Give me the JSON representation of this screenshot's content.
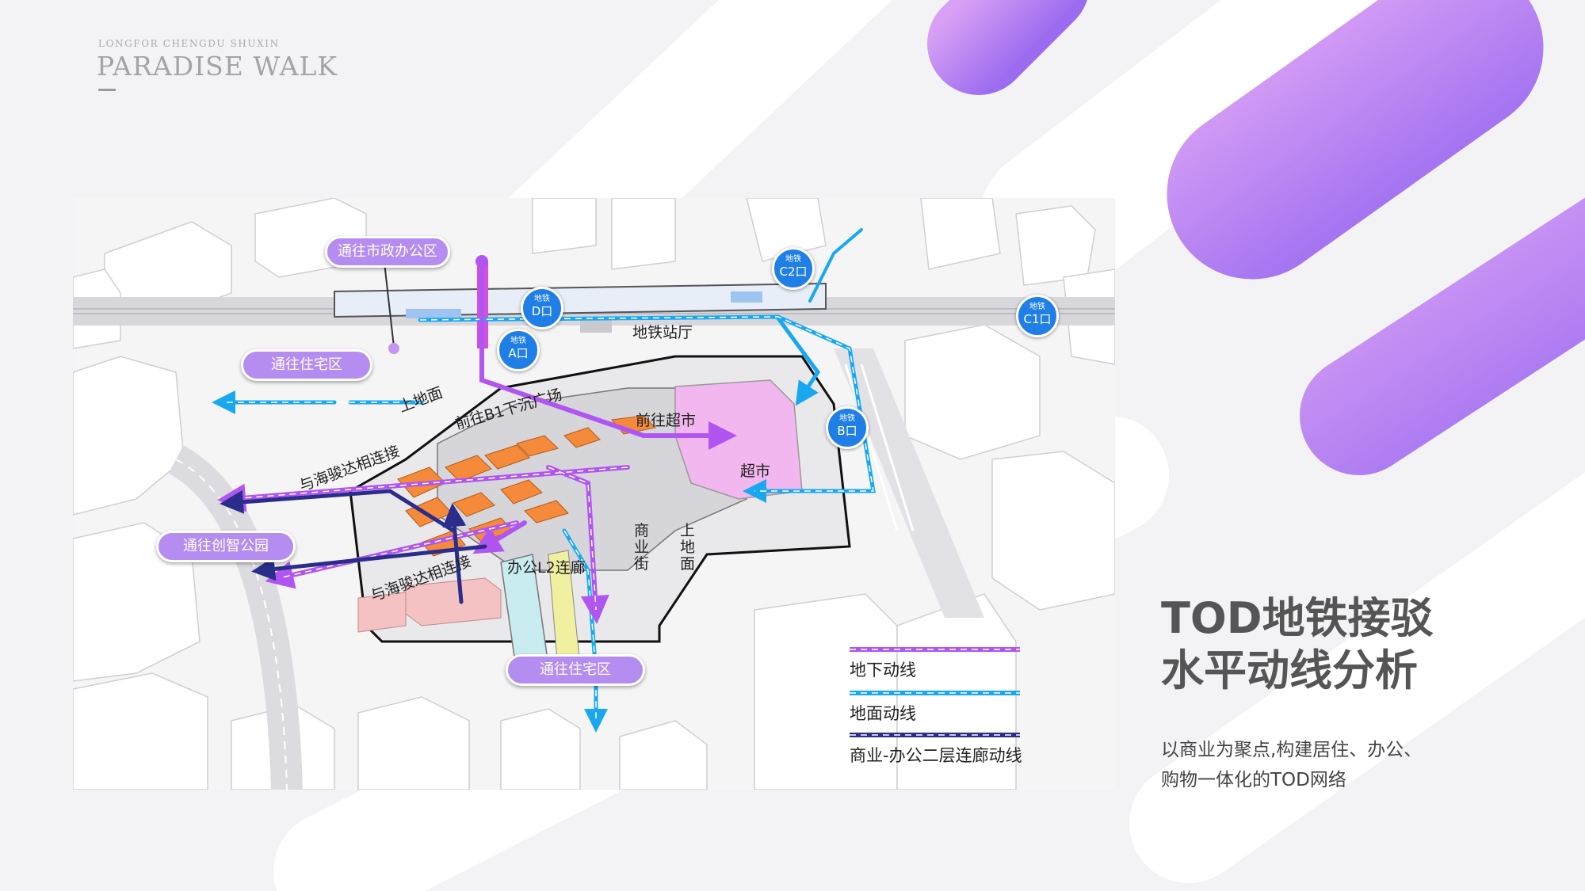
{
  "brand": {
    "tagline": "LONGFOR CHENGDU SHUXIN",
    "name": "PARADISE WALK"
  },
  "colors": {
    "accent_purple": "#b58cf0",
    "route_underground": "#b055f0",
    "route_ground": "#19a8f0",
    "route_l2": "#2a2d8a",
    "metro_blue": "#1f7fe6"
  },
  "title": {
    "line1": "TOD地铁接驳",
    "line2": "水平动线分析"
  },
  "subtitle": {
    "line1": "以商业为聚点,构建居住、办公、",
    "line2": "购物一体化的TOD网络"
  },
  "map": {
    "pills": {
      "gov": "通往市政办公区",
      "res_top": "通往住宅区",
      "park": "通往创智公园",
      "res_bottom": "通往住宅区"
    },
    "metro": {
      "prefix": "地铁",
      "a": "A口",
      "b": "B口",
      "c1": "C1口",
      "c2": "C2口",
      "d": "D口"
    },
    "labels": {
      "station_hall": "地铁站厅",
      "up_ground": "上地面",
      "to_b1": "前往B1下沉广场",
      "to_supermarket": "前往超市",
      "supermarket": "超市",
      "connect_1": "与海骏达相连接",
      "connect_2": "与海骏达相连接",
      "office_l2": "办公L2连廊",
      "street": "商业街",
      "up_ground_v": "上地面"
    },
    "legend": {
      "underground": "地下动线",
      "ground": "地面动线",
      "l2": "商业-办公二层连廊动线"
    }
  }
}
